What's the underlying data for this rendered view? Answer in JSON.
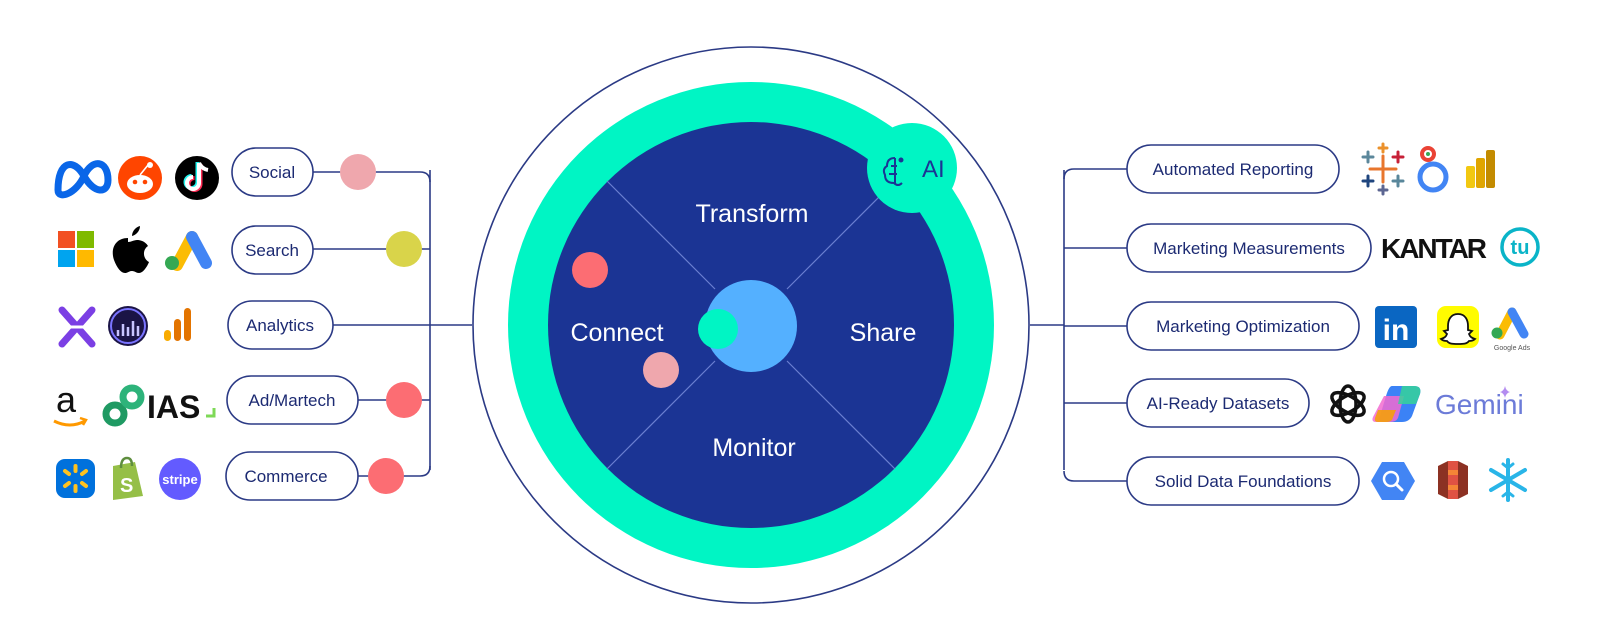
{
  "hub": {
    "segments": {
      "top": "Transform",
      "left": "Connect",
      "right": "Share",
      "bottom": "Monitor"
    },
    "ai_badge": "AI"
  },
  "left_categories": [
    {
      "label": "Social"
    },
    {
      "label": "Search"
    },
    {
      "label": "Analytics"
    },
    {
      "label": "Ad/Martech"
    },
    {
      "label": "Commerce"
    }
  ],
  "right_categories": [
    {
      "label": "Automated Reporting"
    },
    {
      "label": "Marketing Measurements"
    },
    {
      "label": "Marketing Optimization"
    },
    {
      "label": "AI-Ready Datasets"
    },
    {
      "label": "Solid Data Foundations"
    }
  ],
  "logos": {
    "social": [
      "meta-logo",
      "reddit-logo",
      "tiktok-logo"
    ],
    "search": [
      "microsoft-logo",
      "apple-logo",
      "google-ads-logo"
    ],
    "analytics": [
      "x-analytics-logo",
      "adobe-analytics-logo",
      "google-analytics-logo"
    ],
    "admartech": [
      "amazon-logo",
      "integration-logo",
      "ias-logo"
    ],
    "commerce": [
      "walmart-logo",
      "shopify-logo",
      "stripe-logo"
    ],
    "reporting": [
      "tableau-logo",
      "looker-studio-logo",
      "power-bi-logo"
    ],
    "measurements": [
      "kantar-logo",
      "tu-logo"
    ],
    "optimization": [
      "linkedin-logo",
      "snapchat-logo",
      "google-ads-logo"
    ],
    "datasets": [
      "openai-logo",
      "copilot-logo",
      "gemini-logo"
    ],
    "foundations": [
      "bigquery-logo",
      "aws-s3-logo",
      "snowflake-logo"
    ]
  },
  "logo_text": {
    "ias": "IAS",
    "stripe": "stripe",
    "kantar": "KANTAR",
    "tu": "tu",
    "linkedin": "in",
    "gemini": "Gemini",
    "google_ads": "Google Ads",
    "amazon": "a"
  },
  "colors": {
    "navy": "#1b3494",
    "mint": "#00f5c4",
    "outline": "#2b3a85",
    "light_blue": "#54b0ff",
    "pink": "#efa7ad",
    "yellow": "#d9d44a",
    "coral": "#fc6d73"
  }
}
